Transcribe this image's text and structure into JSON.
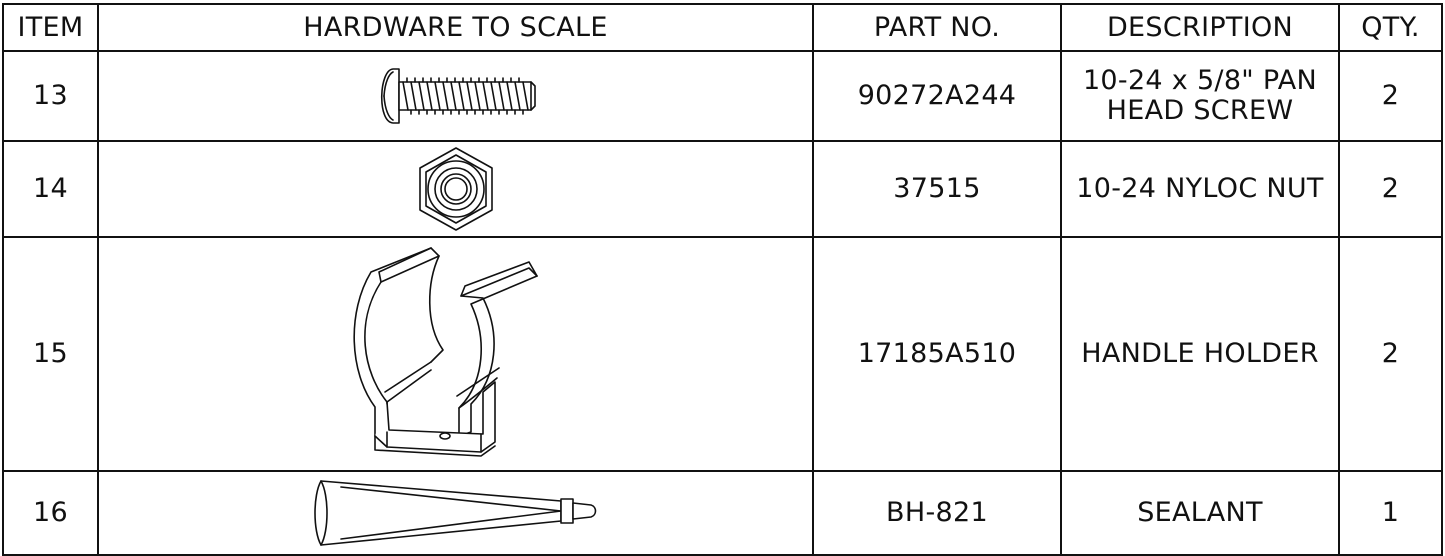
{
  "table": {
    "headers": {
      "item": "ITEM",
      "hardware": "HARDWARE TO SCALE",
      "part_no": "PART NO.",
      "description": "DESCRIPTION",
      "qty": "QTY."
    },
    "rows": [
      {
        "item": "13",
        "hardware_icon": "pan-head-screw-icon",
        "part_no": "90272A244",
        "description_lines": [
          "10-24 x 5/8\" PAN",
          "HEAD SCREW"
        ],
        "qty": "2"
      },
      {
        "item": "14",
        "hardware_icon": "nyloc-nut-icon",
        "part_no": "37515",
        "description_lines": [
          "10-24 NYLOC NUT"
        ],
        "qty": "2"
      },
      {
        "item": "15",
        "hardware_icon": "handle-holder-clip-icon",
        "part_no": "17185A510",
        "description_lines": [
          "HANDLE HOLDER"
        ],
        "qty": "2"
      },
      {
        "item": "16",
        "hardware_icon": "sealant-tube-icon",
        "part_no": "BH-821",
        "description_lines": [
          "SEALANT"
        ],
        "qty": "1"
      }
    ]
  }
}
